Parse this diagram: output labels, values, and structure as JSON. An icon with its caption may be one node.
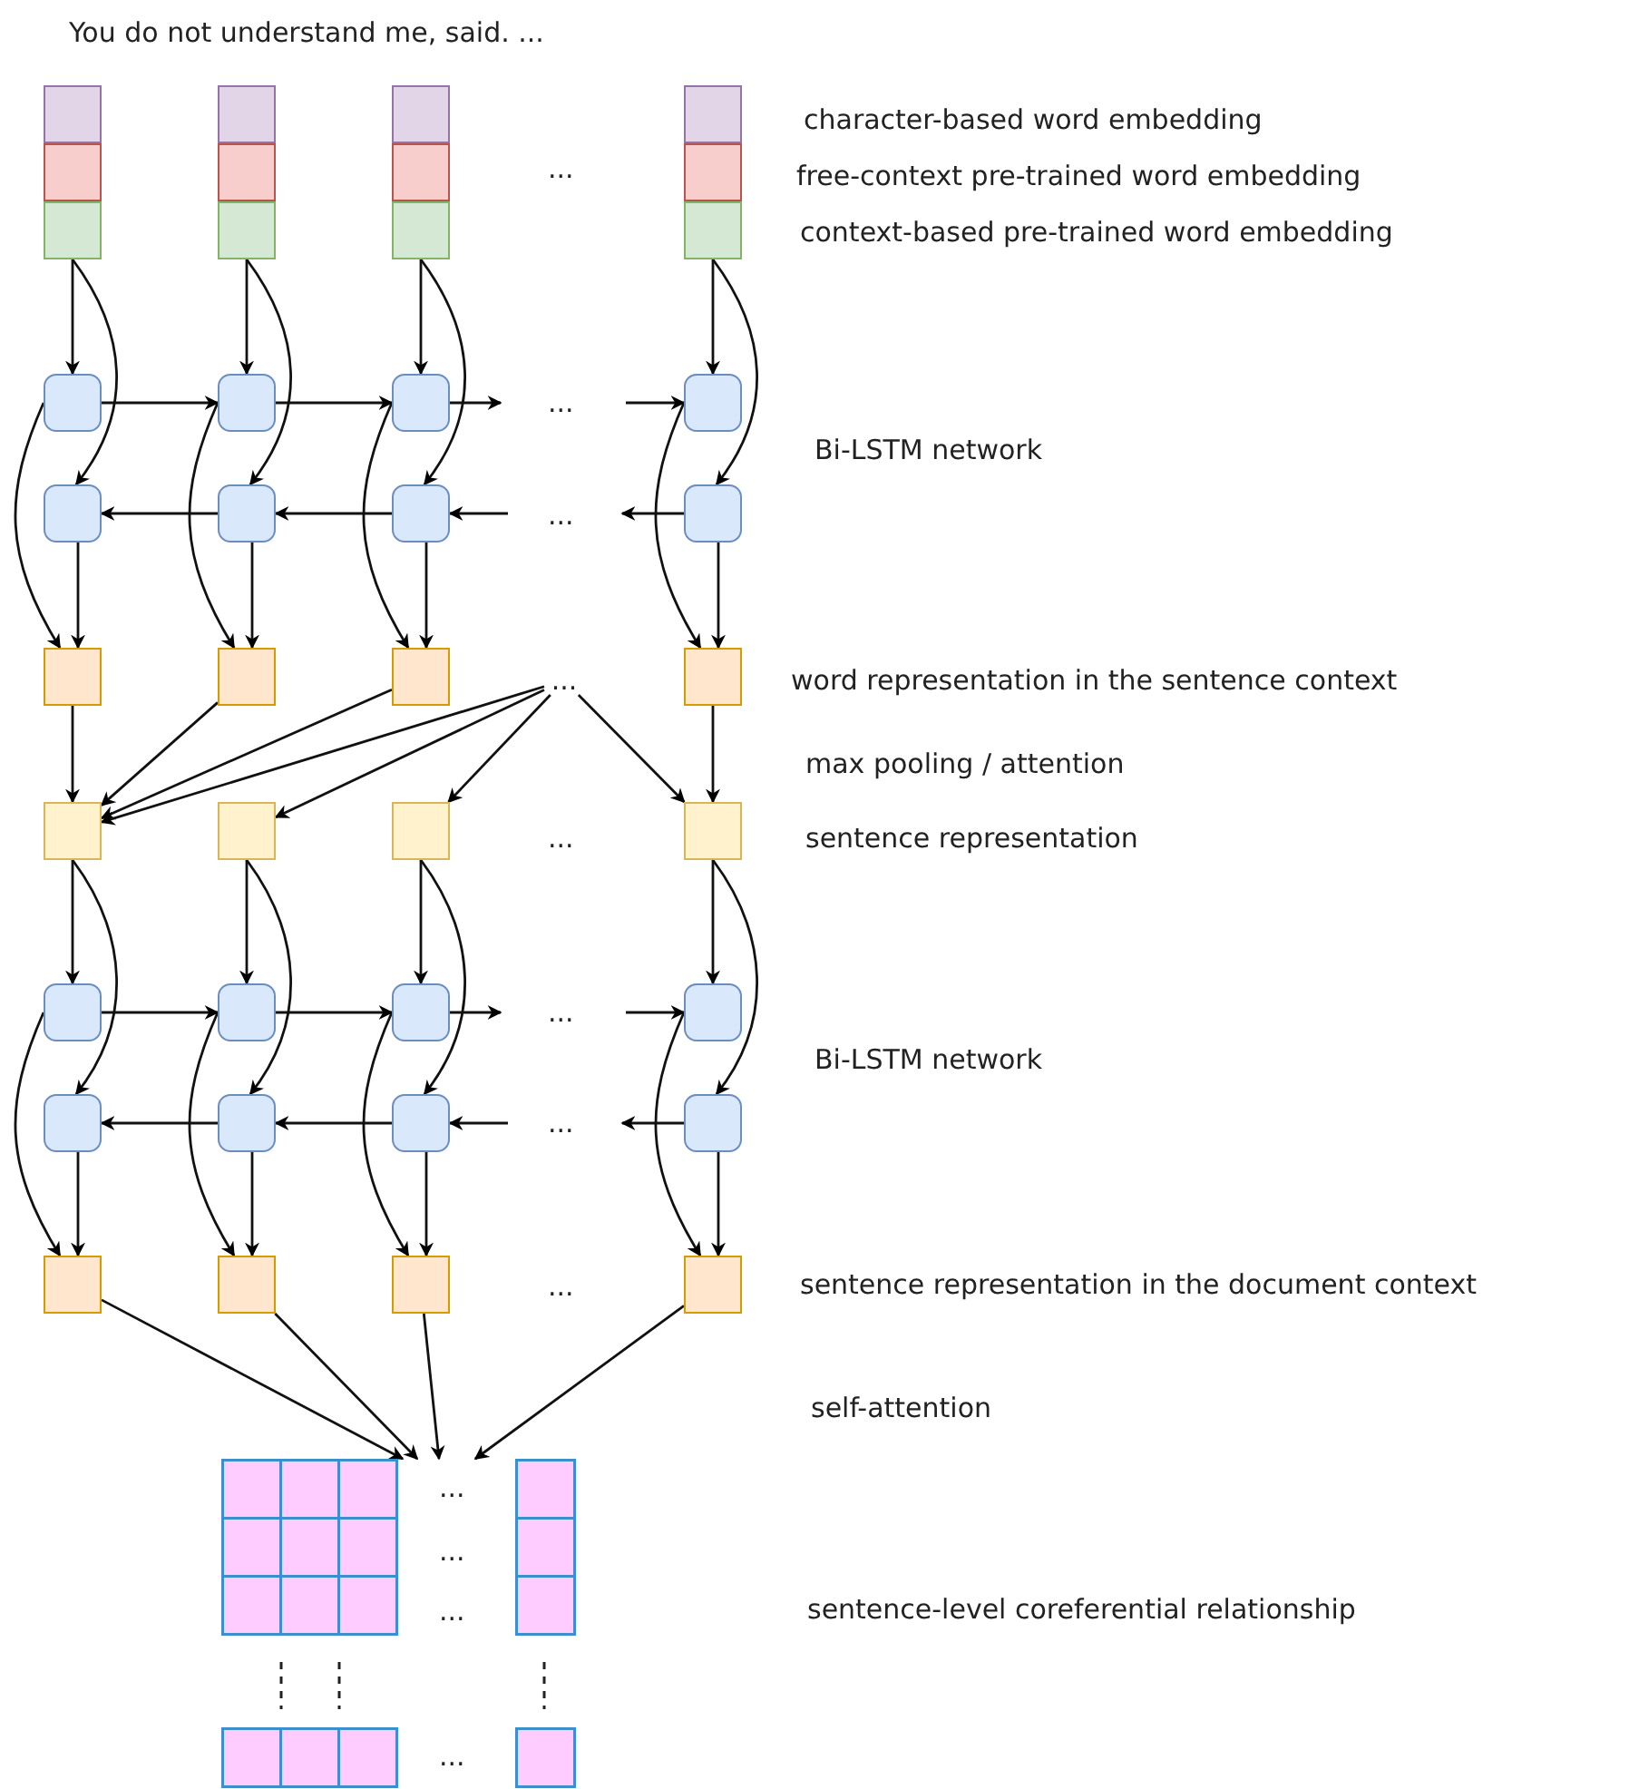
{
  "diagram": {
    "nodes": [
      {
        "text": [],
        "shape": "box"
      },
      {
        "text": [],
        "shape": "box"
      },
      {
        "text": [],
        "shape": "box"
      },
      {
        "text": [],
        "shape": "box"
      },
      {
        "text": [],
        "shape": "box"
      },
      {
        "text": [],
        "shape": "box"
      },
      {
        "text": [],
        "shape": "box"
      },
      {
        "text": [],
        "shape": "box"
      },
      {
        "text": [],
        "shape": "box"
      },
      {
        "text": [],
        "shape": "box"
      },
      {
        "text": [],
        "shape": "box"
      },
      {
        "text": [],
        "shape": "box"
      },
      {
        "text": [],
        "shape": "box"
      },
      {
        "text": [],
        "shape": "box"
      },
      {
        "text": [],
        "shape": "box"
      },
      {
        "text": [],
        "shape": "box"
      },
      {
        "text": [],
        "shape": "box"
      },
      {
        "text": [],
        "shape": "box"
      },
      {
        "text": [],
        "shape": "box"
      },
      {
        "text": [],
        "shape": "box"
      },
      {
        "text": [],
        "shape": "box"
      },
      {
        "text": [],
        "shape": "box"
      },
      {
        "text": [],
        "shape": "box"
      },
      {
        "text": [],
        "shape": "box"
      },
      {
        "text": [],
        "shape": "box"
      },
      {
        "text": [],
        "shape": "box"
      },
      {
        "text": [],
        "shape": "box"
      },
      {
        "text": [],
        "shape": "box"
      },
      {
        "text": [],
        "shape": "box"
      },
      {
        "text": [],
        "shape": "box"
      },
      {
        "text": [],
        "shape": "box"
      },
      {
        "text": [],
        "shape": "box"
      },
      {
        "text": [],
        "shape": "box"
      },
      {
        "text": [],
        "shape": "box"
      },
      {
        "text": [],
        "shape": "box"
      },
      {
        "text": [],
        "shape": "box"
      },
      {
        "text": [],
        "shape": "box"
      },
      {
        "text": [],
        "shape": "box"
      },
      {
        "text": [],
        "shape": "box"
      },
      {
        "text": [],
        "shape": "box"
      },
      {
        "text": [],
        "shape": "grid"
      },
      {
        "text": [
          "..."
        ]
      }
    ],
    "edges": [
      {
        "from": 8,
        "to": 12,
        "arrow": "to"
      },
      {
        "from": 8,
        "to": 16,
        "arrow": "to"
      },
      {
        "from": 12,
        "to": 20,
        "arrow": "to"
      },
      {
        "from": 16,
        "to": 20,
        "arrow": "to"
      },
      {
        "from": 9,
        "to": 13,
        "arrow": "to"
      },
      {
        "from": 9,
        "to": 17,
        "arrow": "to"
      },
      {
        "from": 13,
        "to": 21,
        "arrow": "to"
      },
      {
        "from": 17,
        "to": 21,
        "arrow": "to"
      },
      {
        "from": 10,
        "to": 14,
        "arrow": "to"
      },
      {
        "from": 10,
        "to": 18,
        "arrow": "to"
      },
      {
        "from": 14,
        "to": 22,
        "arrow": "to"
      },
      {
        "from": 18,
        "to": 22,
        "arrow": "to"
      },
      {
        "from": 11,
        "to": 15,
        "arrow": "to"
      },
      {
        "from": 11,
        "to": 19,
        "arrow": "to"
      },
      {
        "from": 15,
        "to": 23,
        "arrow": "to"
      },
      {
        "from": 19,
        "to": 23,
        "arrow": "to"
      },
      {
        "from": 12,
        "to": 13,
        "arrow": "to"
      },
      {
        "from": 13,
        "to": 14,
        "arrow": "to"
      },
      {
        "from": 14,
        "to": null,
        "arrow": "to"
      },
      {
        "from": null,
        "to": 15,
        "arrow": "to"
      },
      {
        "from": 17,
        "to": 16,
        "arrow": "to"
      },
      {
        "from": 18,
        "to": 17,
        "arrow": "to"
      },
      {
        "from": null,
        "to": 18,
        "arrow": "to"
      },
      {
        "from": 19,
        "to": null,
        "arrow": "to"
      },
      {
        "from": 20,
        "to": 24,
        "arrow": "to"
      },
      {
        "from": 21,
        "to": 24,
        "arrow": "to"
      },
      {
        "from": 22,
        "to": 24,
        "arrow": "to"
      },
      {
        "from": 41,
        "to": 24,
        "arrow": "to"
      },
      {
        "from": 41,
        "to": 25,
        "arrow": "to"
      },
      {
        "from": 41,
        "to": 26,
        "arrow": "to"
      },
      {
        "from": 41,
        "to": 27,
        "arrow": "to"
      },
      {
        "from": 23,
        "to": 27,
        "arrow": "to"
      },
      {
        "from": 24,
        "to": 28,
        "arrow": "to"
      },
      {
        "from": 24,
        "to": 32,
        "arrow": "to"
      },
      {
        "from": 28,
        "to": 36,
        "arrow": "to"
      },
      {
        "from": 32,
        "to": 36,
        "arrow": "to"
      },
      {
        "from": 25,
        "to": 29,
        "arrow": "to"
      },
      {
        "from": 25,
        "to": 33,
        "arrow": "to"
      },
      {
        "from": 29,
        "to": 37,
        "arrow": "to"
      },
      {
        "from": 33,
        "to": 37,
        "arrow": "to"
      },
      {
        "from": 26,
        "to": 30,
        "arrow": "to"
      },
      {
        "from": 26,
        "to": 34,
        "arrow": "to"
      },
      {
        "from": 30,
        "to": 38,
        "arrow": "to"
      },
      {
        "from": 34,
        "to": 38,
        "arrow": "to"
      },
      {
        "from": 27,
        "to": 31,
        "arrow": "to"
      },
      {
        "from": 27,
        "to": 35,
        "arrow": "to"
      },
      {
        "from": 31,
        "to": 39,
        "arrow": "to"
      },
      {
        "from": 35,
        "to": 39,
        "arrow": "to"
      },
      {
        "from": 28,
        "to": 29,
        "arrow": "to"
      },
      {
        "from": 29,
        "to": 30,
        "arrow": "to"
      },
      {
        "from": 30,
        "to": null,
        "arrow": "to"
      },
      {
        "from": null,
        "to": 31,
        "arrow": "to"
      },
      {
        "from": 33,
        "to": 32,
        "arrow": "to"
      },
      {
        "from": 34,
        "to": 33,
        "arrow": "to"
      },
      {
        "from": null,
        "to": 34,
        "arrow": "to"
      },
      {
        "from": 35,
        "to": null,
        "arrow": "to"
      },
      {
        "from": 36,
        "to": 40,
        "arrow": "to"
      },
      {
        "from": 37,
        "to": 40,
        "arrow": "to"
      },
      {
        "from": 38,
        "to": 40,
        "arrow": "to"
      },
      {
        "from": 39,
        "to": 40,
        "arrow": "to"
      }
    ],
    "labels": [
      "You do not understand me, said. ...",
      "character-based word embedding",
      "...",
      "free-context pre-trained word embedding",
      "context-based pre-trained word embedding",
      "...",
      "Bi-LSTM network",
      "...",
      "word representation in the sentence context",
      "max pooling / attention",
      "...",
      "sentence representation",
      "...",
      "Bi-LSTM network",
      "...",
      "...",
      "sentence representation in the document context",
      "self-attention",
      "...",
      "...",
      "...",
      "sentence-level coreferential relationship",
      "..."
    ]
  }
}
